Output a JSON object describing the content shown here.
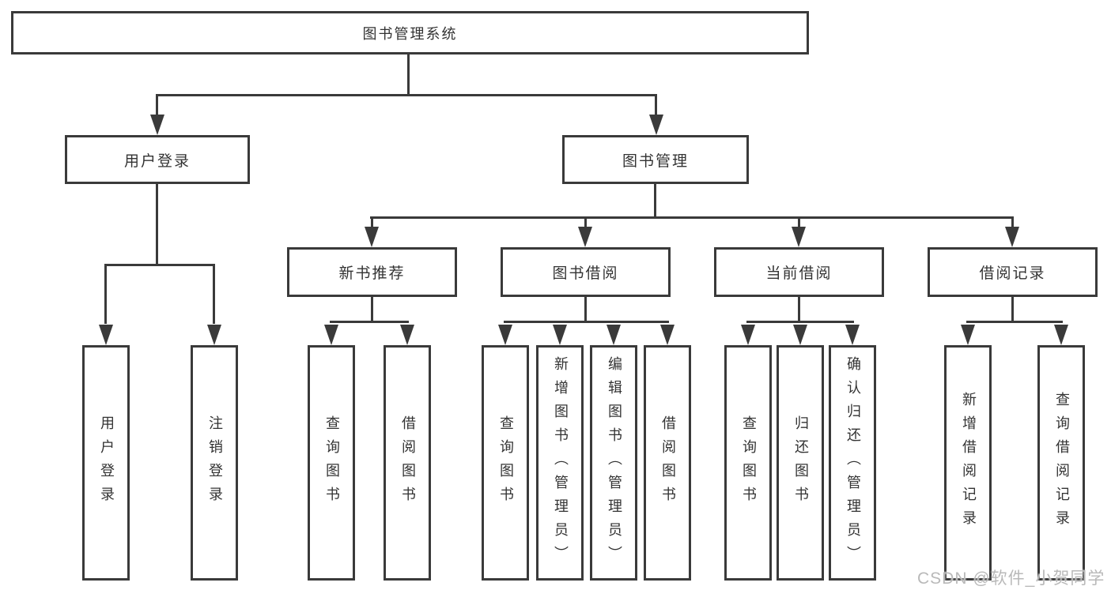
{
  "nodes": {
    "root": "图书管理系统",
    "level2": [
      "用户登录",
      "图书管理"
    ],
    "level3": [
      "新书推荐",
      "图书借阅",
      "当前借阅",
      "借阅记录"
    ],
    "leaves": {
      "user": [
        "用户登录",
        "注销登录"
      ],
      "newbook": [
        "查询图书",
        "借阅图书"
      ],
      "borrow": [
        "查询图书",
        "新增图书（管理员）",
        "编辑图书（管理员）",
        "借阅图书"
      ],
      "current": [
        "查询图书",
        "归还图书",
        "确认归还（管理员）"
      ],
      "record": [
        "新增借阅记录",
        "查询借阅记录"
      ]
    }
  },
  "watermark": "CSDN @软件_小贺同学",
  "colors": {
    "line": "#3a3a3a",
    "text": "#333333",
    "background": "#ffffff",
    "watermark": "#b9b9b9"
  }
}
